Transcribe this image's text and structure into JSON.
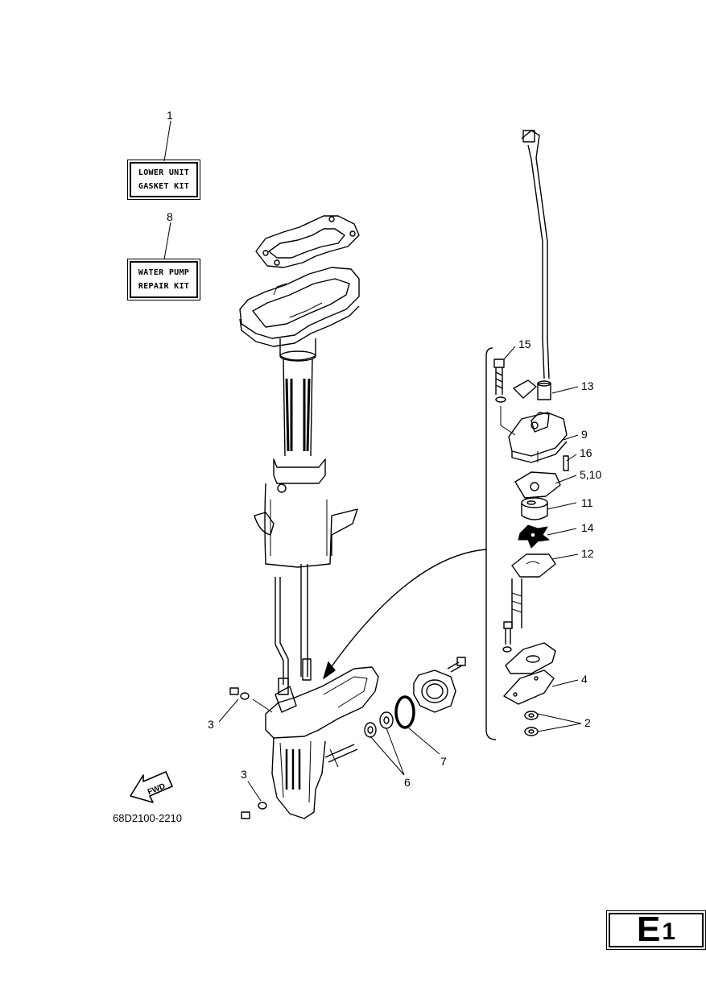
{
  "kits": {
    "lower_unit": {
      "line1": "LOWER UNIT",
      "line2": "GASKET KIT"
    },
    "water_pump": {
      "line1": "WATER PUMP",
      "line2": "REPAIR KIT"
    }
  },
  "callouts": {
    "c1": "1",
    "c8": "8",
    "c15": "15",
    "c13": "13",
    "c9": "9",
    "c16": "16",
    "c5_10": "5,10",
    "c11": "11",
    "c14": "14",
    "c12": "12",
    "c4": "4",
    "c2": "2",
    "c3_upper": "3",
    "c3_lower": "3",
    "c6": "6",
    "c7": "7"
  },
  "fwd_label": "FWD",
  "part_code": "68D2100-2210",
  "page_tab": {
    "letter": "E",
    "number": "1"
  }
}
